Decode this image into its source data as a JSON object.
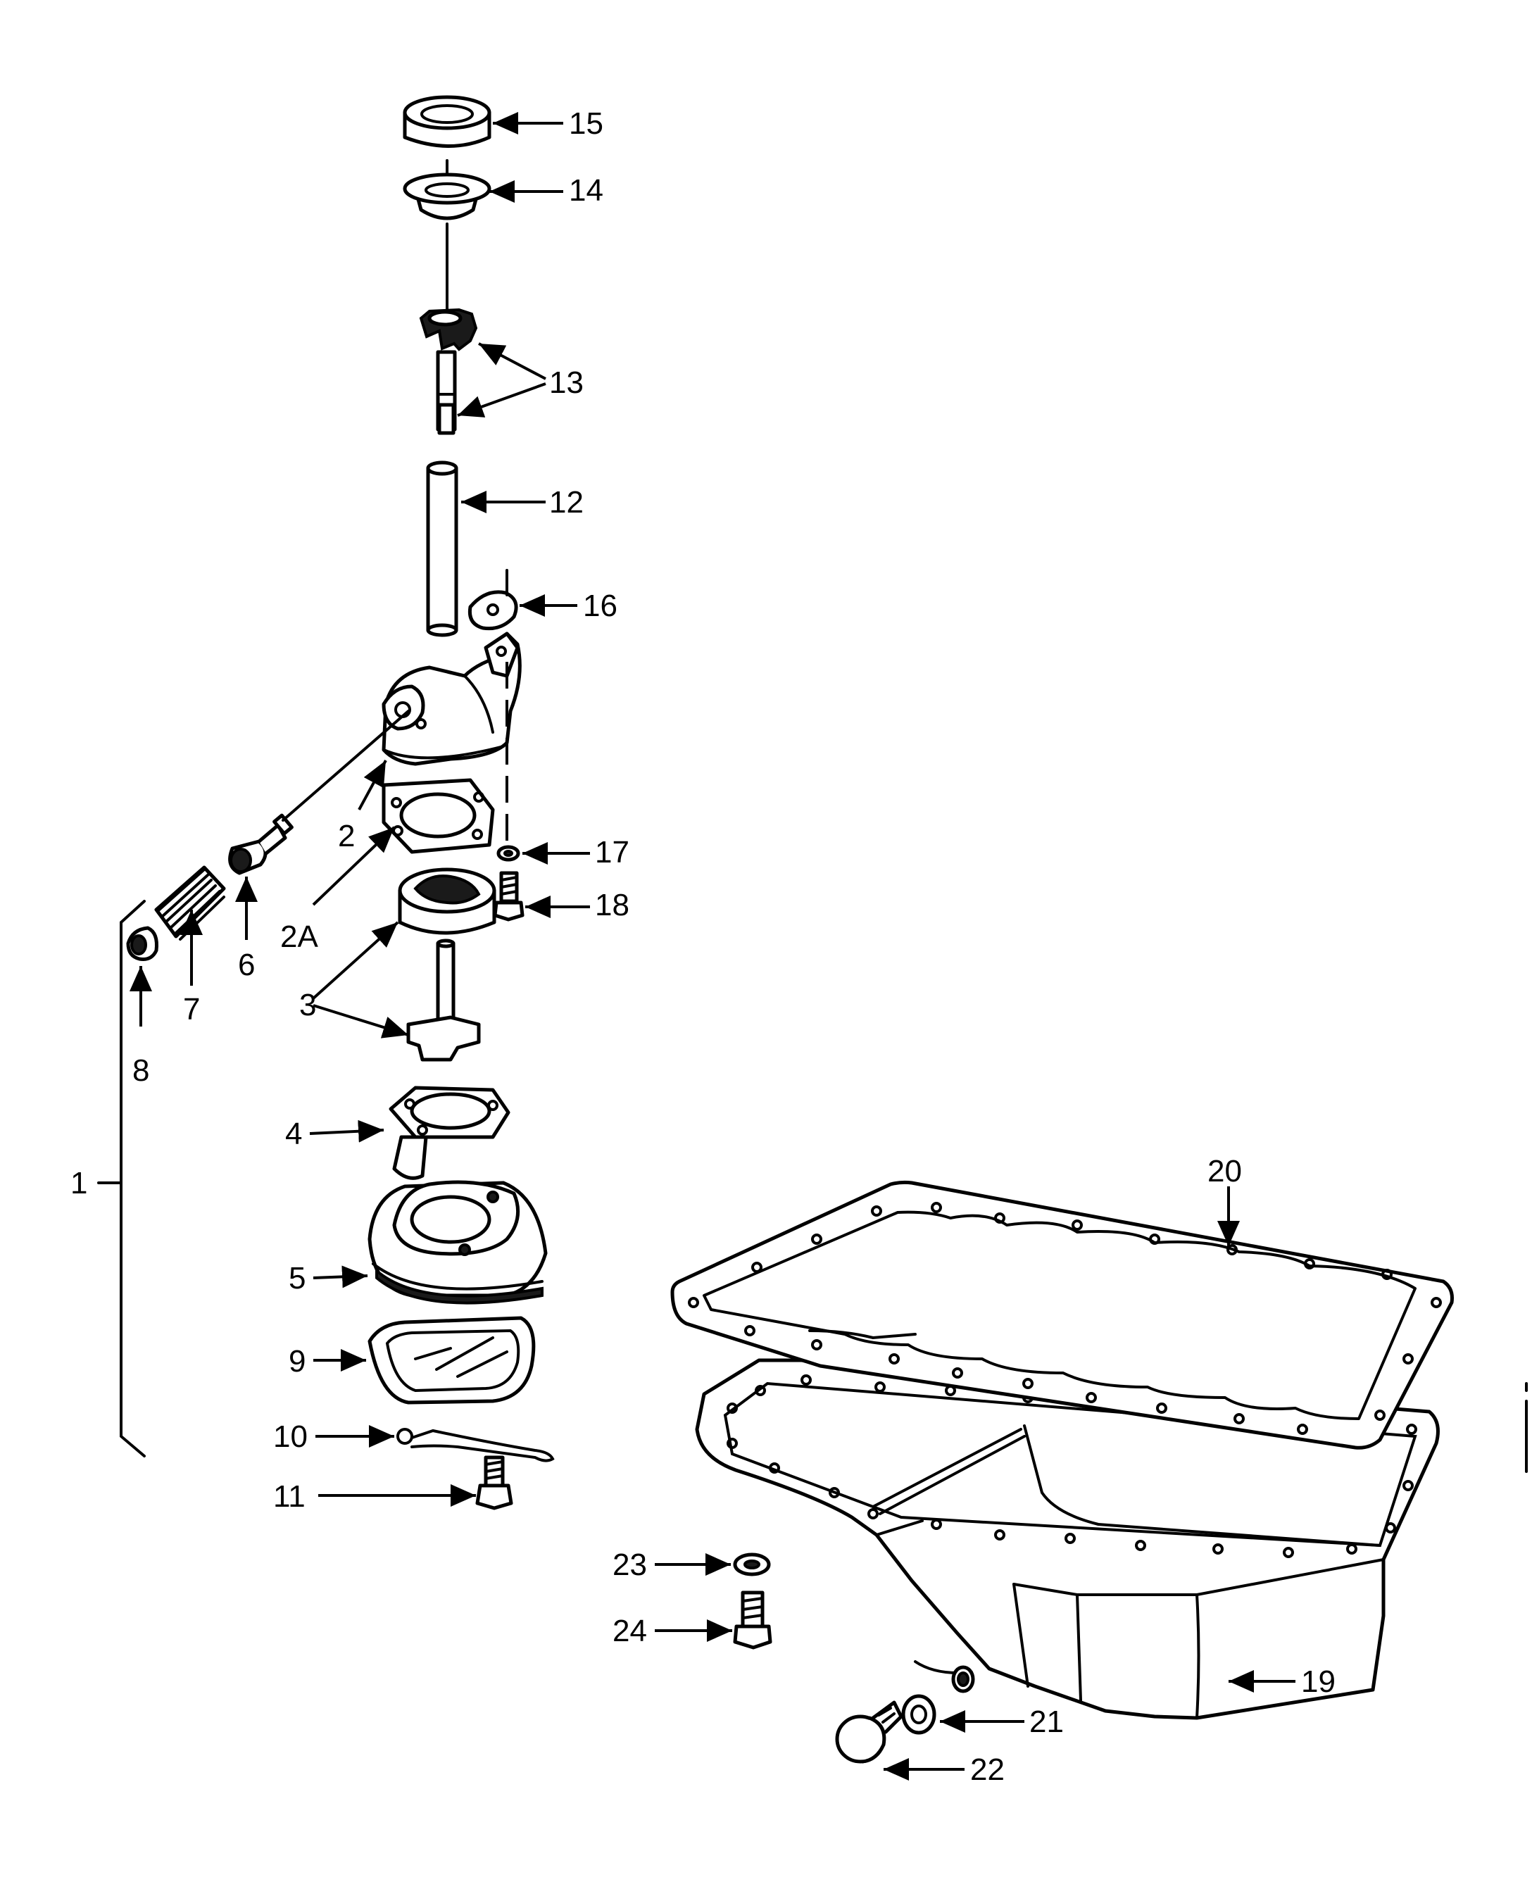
{
  "diagram": {
    "ink_color": "#000000",
    "background_color": "#ffffff",
    "callouts": [
      {
        "id": "1",
        "label": "1"
      },
      {
        "id": "2",
        "label": "2"
      },
      {
        "id": "2A",
        "label": "2A"
      },
      {
        "id": "3",
        "label": "3"
      },
      {
        "id": "4",
        "label": "4"
      },
      {
        "id": "5",
        "label": "5"
      },
      {
        "id": "6",
        "label": "6"
      },
      {
        "id": "7",
        "label": "7"
      },
      {
        "id": "8",
        "label": "8"
      },
      {
        "id": "9",
        "label": "9"
      },
      {
        "id": "10",
        "label": "10"
      },
      {
        "id": "11",
        "label": "11"
      },
      {
        "id": "12",
        "label": "12"
      },
      {
        "id": "13",
        "label": "13"
      },
      {
        "id": "14",
        "label": "14"
      },
      {
        "id": "15",
        "label": "15"
      },
      {
        "id": "16",
        "label": "16"
      },
      {
        "id": "17",
        "label": "17"
      },
      {
        "id": "18",
        "label": "18"
      },
      {
        "id": "19",
        "label": "19"
      },
      {
        "id": "20",
        "label": "20"
      },
      {
        "id": "21",
        "label": "21"
      },
      {
        "id": "22",
        "label": "22"
      },
      {
        "id": "23",
        "label": "23"
      },
      {
        "id": "24",
        "label": "24"
      }
    ]
  }
}
